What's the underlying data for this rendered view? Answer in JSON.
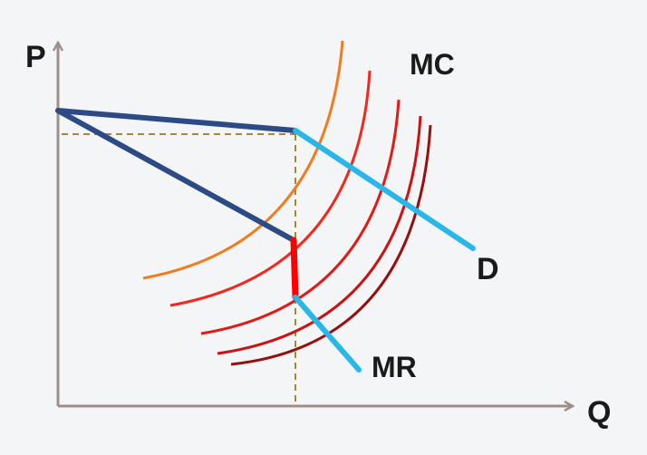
{
  "chart_data": {
    "type": "diagram",
    "title": "",
    "axes": {
      "y_label": "P",
      "x_label": "Q"
    },
    "curves": {
      "mc": {
        "label": "MC"
      },
      "demand": {
        "label": "D"
      },
      "mr": {
        "label": "MR"
      }
    }
  },
  "colors": {
    "axis": "#9c8f89",
    "demand": "#29b6e8",
    "upper_segment": "#2c4a85",
    "discontinuity": "#ff0000",
    "guide": "#a08a3a",
    "mc_curves": [
      "#f07c1f",
      "#ee2a1f",
      "#e01c18",
      "#c81414",
      "#961010"
    ]
  }
}
